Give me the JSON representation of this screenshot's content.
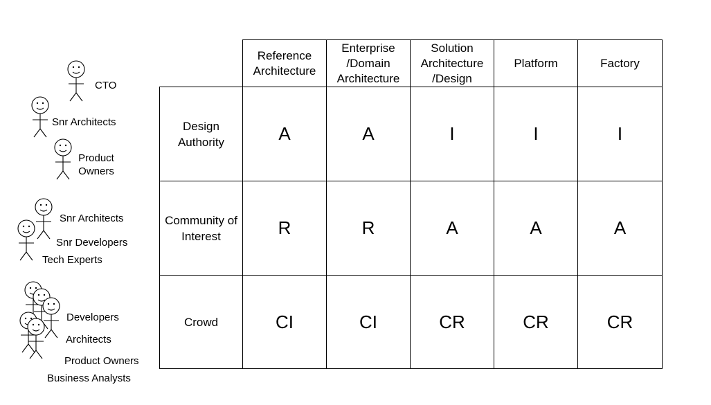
{
  "actor_groups": [
    {
      "labels": [
        "CTO",
        "Snr Architects",
        "Product Owners"
      ]
    },
    {
      "labels": [
        "Snr Architects",
        "Snr Developers",
        "Tech Experts"
      ]
    },
    {
      "labels": [
        "Developers",
        "Architects",
        "Product Owners",
        "Business Analysts"
      ]
    }
  ],
  "matrix": {
    "columns": [
      "Reference Architecture",
      "Enterprise /Domain Architecture",
      "Solution Architecture /Design",
      "Platform",
      "Factory"
    ],
    "rows": [
      {
        "label": "Design Authority",
        "values": [
          "A",
          "A",
          "I",
          "I",
          "I"
        ]
      },
      {
        "label": "Community of Interest",
        "values": [
          "R",
          "R",
          "A",
          "A",
          "A"
        ]
      },
      {
        "label": "Crowd",
        "values": [
          "CI",
          "CI",
          "CR",
          "CR",
          "CR"
        ]
      }
    ]
  }
}
